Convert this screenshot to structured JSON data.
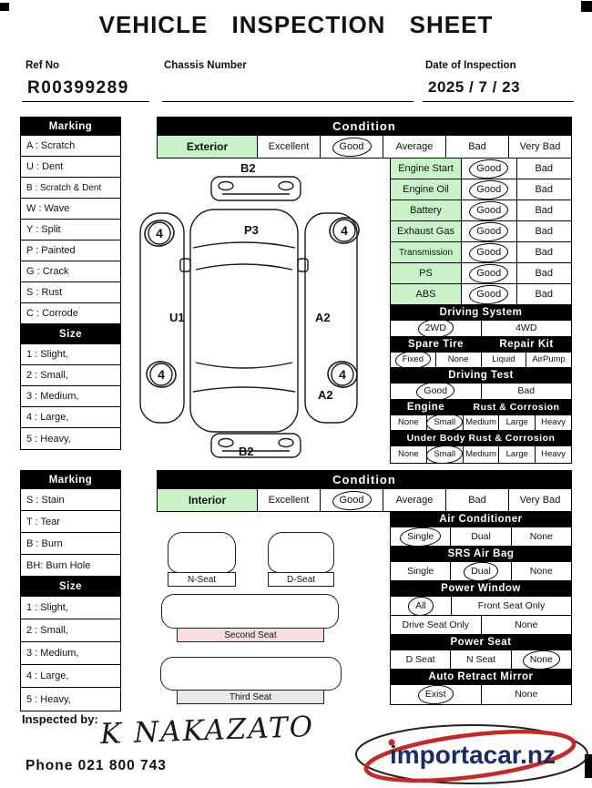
{
  "title": "VEHICLE INSPECTION SHEET",
  "header": {
    "ref_no_label": "Ref No",
    "ref_no_value": "R00399289",
    "chassis_label": "Chassis Number",
    "chassis_value": "",
    "date_label": "Date of Inspection",
    "date_value": "2025 / 7 / 23"
  },
  "legend_top": {
    "marking_header": "Marking",
    "markings": [
      "A : Scratch",
      "U : Dent",
      "B : Scratch & Dent",
      "W : Wave",
      "Y : Split",
      "P : Painted",
      "G : Crack",
      "S : Rust",
      "C : Corrode"
    ],
    "size_header": "Size",
    "sizes": [
      "1 : Slight,",
      "2 : Small,",
      "3 : Medium,",
      "4 : Large,",
      "5 : Heavy,"
    ]
  },
  "legend_bottom": {
    "marking_header": "Marking",
    "markings": [
      "S : Stain",
      "T : Tear",
      "B : Burn",
      "BH: Burn Hole"
    ],
    "size_header": "Size",
    "sizes": [
      "1 : Slight,",
      "2 : Small,",
      "3 : Medium,",
      "4 : Large,",
      "5 : Heavy,"
    ]
  },
  "condition_top": {
    "header": "Condition",
    "row_label": "Exterior",
    "options": [
      {
        "label": "Excellent",
        "circled": false
      },
      {
        "label": "Good",
        "circled": true
      },
      {
        "label": "Average",
        "circled": false
      },
      {
        "label": "Bad",
        "circled": false
      },
      {
        "label": "Very Bad",
        "circled": false
      }
    ],
    "checks": [
      {
        "label": "Engine Start",
        "options": [
          {
            "label": "Good",
            "circled": true
          },
          {
            "label": "Bad",
            "circled": false
          }
        ]
      },
      {
        "label": "Engine Oil",
        "options": [
          {
            "label": "Good",
            "circled": true
          },
          {
            "label": "Bad",
            "circled": false
          }
        ]
      },
      {
        "label": "Battery",
        "options": [
          {
            "label": "Good",
            "circled": true
          },
          {
            "label": "Bad",
            "circled": false
          }
        ]
      },
      {
        "label": "Exhaust Gas",
        "options": [
          {
            "label": "Good",
            "circled": true
          },
          {
            "label": "Bad",
            "circled": false
          }
        ]
      },
      {
        "label": "Transmission",
        "options": [
          {
            "label": "Good",
            "circled": true
          },
          {
            "label": "Bad",
            "circled": false
          }
        ]
      },
      {
        "label": "PS",
        "options": [
          {
            "label": "Good",
            "circled": true
          },
          {
            "label": "Bad",
            "circled": false
          }
        ]
      },
      {
        "label": "ABS",
        "options": [
          {
            "label": "Good",
            "circled": true
          },
          {
            "label": "Bad",
            "circled": false
          }
        ]
      }
    ],
    "driving_system": {
      "header": "Driving System",
      "options": [
        {
          "label": "2WD",
          "circled": true
        },
        {
          "label": "4WD",
          "circled": false
        }
      ]
    },
    "spare_tire_header": "Spare Tire",
    "repair_kit_header": "Repair Kit",
    "spare_options": [
      {
        "label": "Fixed",
        "circled": true
      },
      {
        "label": "None",
        "circled": false
      },
      {
        "label": "Liquid",
        "circled": false
      },
      {
        "label": "AirPump",
        "circled": false
      }
    ],
    "driving_test": {
      "header": "Driving Test",
      "options": [
        {
          "label": "Good",
          "circled": true
        },
        {
          "label": "Bad",
          "circled": false
        }
      ]
    },
    "engine_rust": {
      "header_left": "Engine",
      "header_right": "Rust & Corrosion",
      "options": [
        {
          "label": "None",
          "circled": false
        },
        {
          "label": "Small",
          "circled": true
        },
        {
          "label": "Medium",
          "circled": false
        },
        {
          "label": "Large",
          "circled": false
        },
        {
          "label": "Heavy",
          "circled": false
        }
      ]
    },
    "underbody_rust": {
      "header": "Under Body Rust & Corrosion",
      "options": [
        {
          "label": "None",
          "circled": false
        },
        {
          "label": "Small",
          "circled": true
        },
        {
          "label": "Medium",
          "circled": false
        },
        {
          "label": "Large",
          "circled": false
        },
        {
          "label": "Heavy",
          "circled": false
        }
      ]
    }
  },
  "condition_bottom": {
    "header": "Condition",
    "row_label": "Interior",
    "options": [
      {
        "label": "Excellent",
        "circled": false
      },
      {
        "label": "Good",
        "circled": true
      },
      {
        "label": "Average",
        "circled": false
      },
      {
        "label": "Bad",
        "circled": false
      },
      {
        "label": "Very Bad",
        "circled": false
      }
    ],
    "air_conditioner": {
      "header": "Air Conditioner",
      "options": [
        {
          "label": "Single",
          "circled": true
        },
        {
          "label": "Dual",
          "circled": false
        },
        {
          "label": "None",
          "circled": false
        }
      ]
    },
    "srs_air_bag": {
      "header": "SRS Air Bag",
      "options": [
        {
          "label": "Single",
          "circled": false
        },
        {
          "label": "Dual",
          "circled": true
        },
        {
          "label": "None",
          "circled": false
        }
      ]
    },
    "power_window": {
      "header": "Power Window",
      "row1": [
        {
          "label": "All",
          "circled": true
        },
        {
          "label": "Front Seat Only",
          "circled": false
        }
      ],
      "row2": [
        {
          "label": "Drive Seat Only",
          "circled": false
        },
        {
          "label": "None",
          "circled": false
        }
      ]
    },
    "power_seat": {
      "header": "Power Seat",
      "options": [
        {
          "label": "D Seat",
          "circled": false
        },
        {
          "label": "N Seat",
          "circled": false
        },
        {
          "label": "None",
          "circled": true
        }
      ]
    },
    "auto_retract_mirror": {
      "header": "Auto Retract Mirror",
      "options": [
        {
          "label": "Exist",
          "circled": true
        },
        {
          "label": "None",
          "circled": false
        }
      ]
    }
  },
  "car_diagram": {
    "marks": [
      "B2",
      "P3",
      "U1",
      "A2",
      "A2",
      "B2"
    ],
    "wheels": [
      "4",
      "4",
      "4",
      "4"
    ]
  },
  "seats": {
    "n_seat": "N-Seat",
    "d_seat": "D-Seat",
    "second": "Second Seat",
    "third": "Third  Seat"
  },
  "footer": {
    "inspected_by": "Inspected by:",
    "signature": "K NAKAZATO",
    "phone": "Phone  021 800 743",
    "logo": "importacar.nz"
  },
  "colors": {
    "green": "#c9f2c9",
    "pink": "#f6dede",
    "grey": "#e8e8e8",
    "logo_blue": "#1b2a6b",
    "logo_red": "#c62828"
  }
}
